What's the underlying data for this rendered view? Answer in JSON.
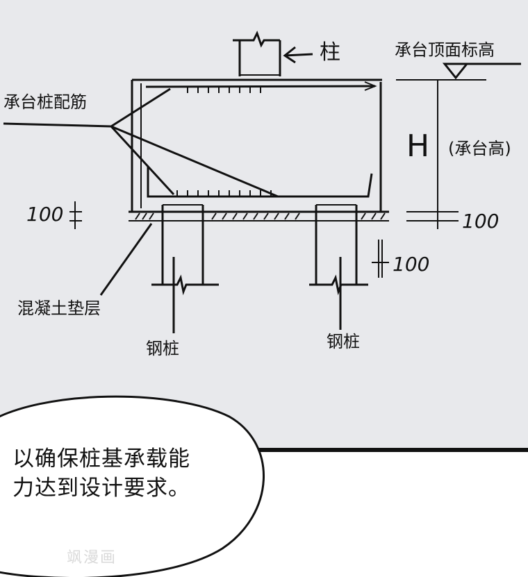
{
  "labels": {
    "column": "柱",
    "top_elevation": "承台顶面标高",
    "pile_cap_rebar": "承台桩配筋",
    "height_symbol": "H",
    "height_note": "(承台高)",
    "dim_left_100": "100",
    "dim_right_100": "100",
    "dim_pile_100": "100",
    "concrete_cushion": "混凝土垫层",
    "steel_pile_left": "钢桩",
    "steel_pile_right": "钢桩"
  },
  "bubble": {
    "line1": "以确保桩基承载能",
    "line2": "力达到设计要求。"
  },
  "watermark": "飒漫画"
}
